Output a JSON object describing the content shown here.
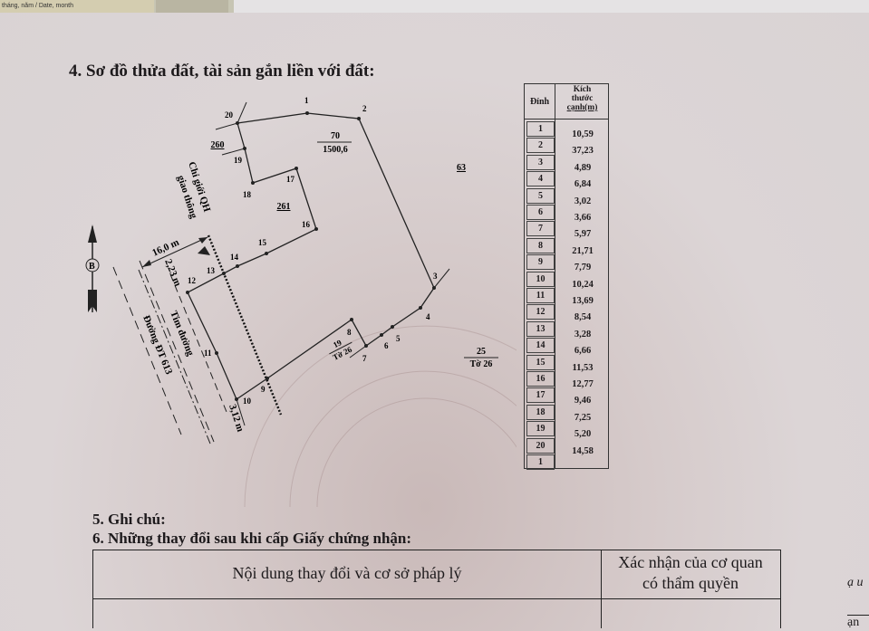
{
  "top_strip": {
    "text": "tháng, năm / Date, month"
  },
  "section4": {
    "title": "4. Sơ đồ thửa đất, tài sản gắn liền với đất:"
  },
  "diagram": {
    "parcel_number": "70",
    "parcel_area": "1500,6",
    "neighbor_260": "260",
    "neighbor_261": "261",
    "neighbor_63": "63",
    "neighbor_19_parcel": "19",
    "neighbor_19_sheet": "Tờ 26",
    "neighbor_25_parcel": "25",
    "neighbor_25_sheet": "Tờ 26",
    "planning_boundary_label_1": "Chỉ giới QH",
    "planning_boundary_label_2": "giao thông",
    "road_center_label": "Tim đường",
    "road_name": "Đường ĐT 613",
    "dim_16": "16,0 m",
    "dim_223": "2,23 m",
    "dim_312": "3,12 m",
    "north_label": "B",
    "vertices": [
      "1",
      "2",
      "3",
      "4",
      "5",
      "6",
      "7",
      "8",
      "9",
      "10",
      "11",
      "12",
      "13",
      "14",
      "15",
      "16",
      "17",
      "18",
      "19",
      "20"
    ]
  },
  "edge_table": {
    "header_vertex": "Đỉnh",
    "header_length": [
      "Kích",
      "thước",
      "cạnh(m)"
    ],
    "vertices": [
      "1",
      "2",
      "3",
      "4",
      "5",
      "6",
      "7",
      "8",
      "9",
      "10",
      "11",
      "12",
      "13",
      "14",
      "15",
      "16",
      "17",
      "18",
      "19",
      "20",
      "1"
    ],
    "lengths": [
      "10,59",
      "37,23",
      "4,89",
      "6,84",
      "3,02",
      "3,66",
      "5,97",
      "21,71",
      "7,79",
      "10,24",
      "13,69",
      "8,54",
      "3,28",
      "6,66",
      "11,53",
      "12,77",
      "9,46",
      "7,25",
      "5,20",
      "14,58"
    ]
  },
  "section5": {
    "title": "5. Ghi chú:"
  },
  "section6": {
    "title": "6. Những thay đổi sau khi cấp Giấy chứng nhận:",
    "col1": "Nội dung thay đổi và cơ sở pháp lý",
    "col2_line1": "Xác nhận của cơ quan",
    "col2_line2": "có thẩm quyền"
  },
  "edge_text": {
    "top": "ạ u",
    "bottom": "ạn"
  }
}
